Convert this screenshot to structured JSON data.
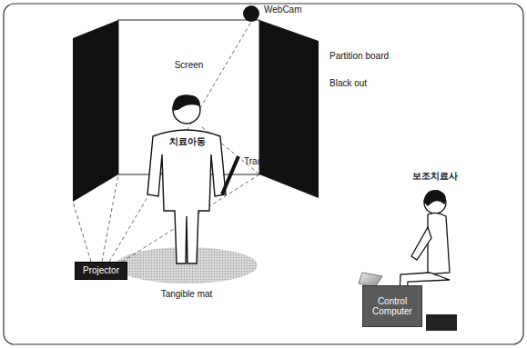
{
  "diagram": {
    "nodes": [
      {
        "text": [
          "Screen"
        ]
      },
      {
        "text": [
          "Projector"
        ]
      },
      {
        "text": [
          "Control Computer"
        ]
      }
    ],
    "labels": [
      "WebCam",
      "Partition board",
      "Black out",
      "치료아동",
      "Tracking wand",
      "Tangible mat",
      "보조치료사"
    ]
  }
}
